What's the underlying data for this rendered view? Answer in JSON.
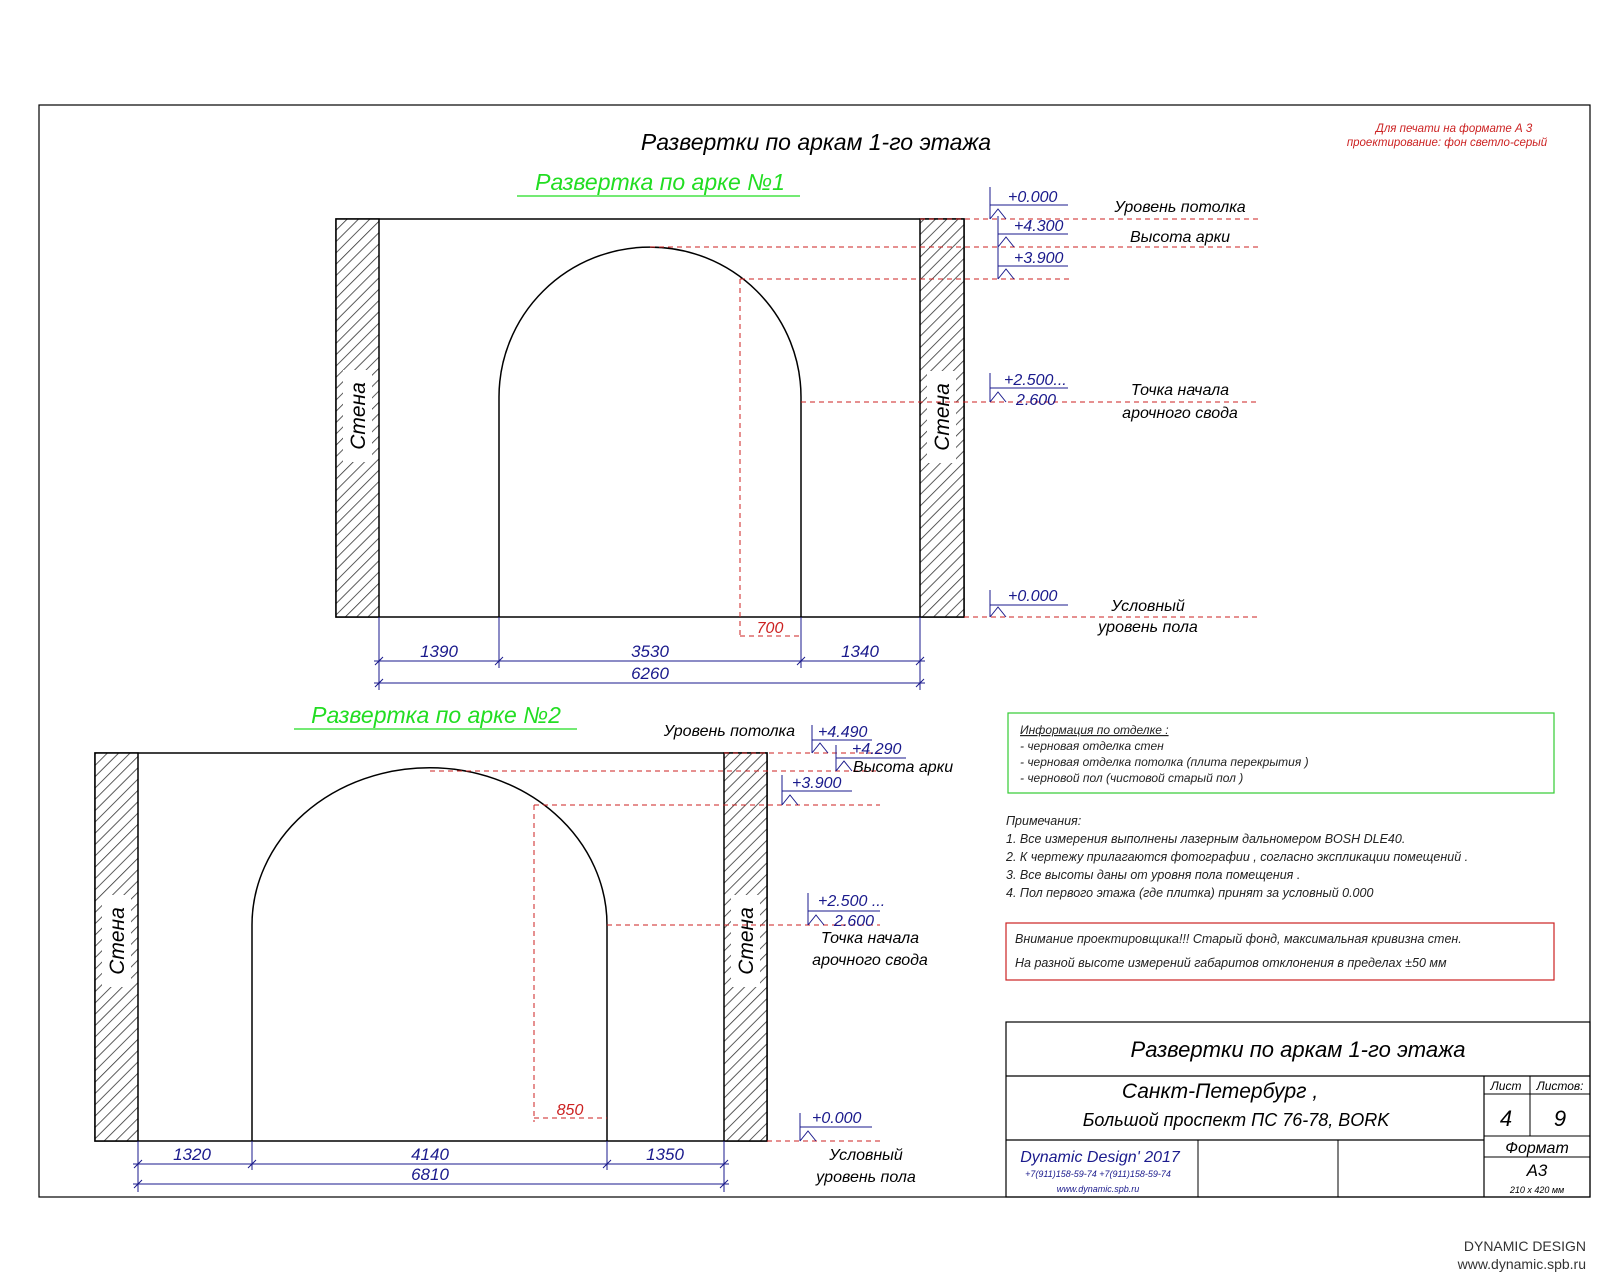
{
  "sheet_title": "Развертки по аркам  1-го этажа",
  "print_note": {
    "line1": "Для печати на формате А 3",
    "line2": "проектирование: фон светло-серый"
  },
  "arch1": {
    "title": "Развертка по арке  №1",
    "wall_label": "Стена",
    "levels": {
      "top": "+0.000",
      "ceiling": "+4.300",
      "arch_top": "+3.900",
      "spring_a": "+2.500...",
      "spring_b": "2.600",
      "floor": "+0.000"
    },
    "labels": {
      "ceiling": "Уровень потолка",
      "arch_height": "Высота арки",
      "spring_1": "Точка начала",
      "spring_2": "арочного свода",
      "floor_1": "Условный",
      "floor_2": "уровень пола"
    },
    "dims": {
      "left": "1390",
      "mid": "3530",
      "right": "1340",
      "total": "6260",
      "offset": "700"
    }
  },
  "arch2": {
    "title": "Развертка по арке  №2",
    "wall_label": "Стена",
    "levels": {
      "ceiling": "+4.490",
      "arch_top": "+4.290",
      "arch_low": "+3.900",
      "spring_a": "+2.500 ...",
      "spring_b": "2.600",
      "floor": "+0.000"
    },
    "labels": {
      "ceiling": "Уровень потолка",
      "arch_height": "Высота арки",
      "spring_1": "Точка начала",
      "spring_2": "арочного свода",
      "floor_1": "Условный",
      "floor_2": "уровень пола"
    },
    "dims": {
      "left": "1320",
      "mid": "4140",
      "right": "1350",
      "total": "6810",
      "offset": "850"
    }
  },
  "finish_info": {
    "title": "Информация по отделке :",
    "items": [
      "- черновая отделка стен",
      "- черновая отделка потолка   (плита перекрытия )",
      "- черновой пол  (чистовой старый пол )"
    ]
  },
  "notes": {
    "title": "Примечания:",
    "items": [
      "1. Все измерения выполнены лазерным дальномером    BOSH DLE40.",
      "2. К чертежу прилагаются фотографии , согласно экспликации помещений .",
      "3. Все высоты даны от уровня  пола помещения .",
      "4. Пол первого этажа  (где плитка) принят за условный  0.000"
    ]
  },
  "warning": {
    "line1": "Внимание проектировщика!!! Старый фонд, максимальная кривизна стен.",
    "line2": "На разной высоте  измерений габаритов отклонения в пределах ±50 мм"
  },
  "title_block": {
    "title": "Развертки по аркам  1-го этажа",
    "city": "Санкт-Петербург ,",
    "address": "Большой проспект ПС 76-78, BORK",
    "sheet_label": "Лист",
    "sheets_label": "Листов:",
    "sheet_no": "4",
    "sheets_total": "9",
    "format_label": "Формат",
    "format_value": "А3",
    "format_size": "210 х 420 мм",
    "company": "Dynamic Design' 2017",
    "phones": "+7(911)158-59-74    +7(911)158-59-74",
    "site": "www.dynamic.spb.ru"
  },
  "watermark": {
    "line1": "DYNAMIC DESIGN",
    "line2": "www.dynamic.spb.ru"
  },
  "colors": {
    "line": "#000000",
    "dim": "#1a1a8c",
    "red": "#cc2222",
    "green_title": "#22dd22",
    "info_border": "#33cc33",
    "warn_border": "#cc2222"
  }
}
